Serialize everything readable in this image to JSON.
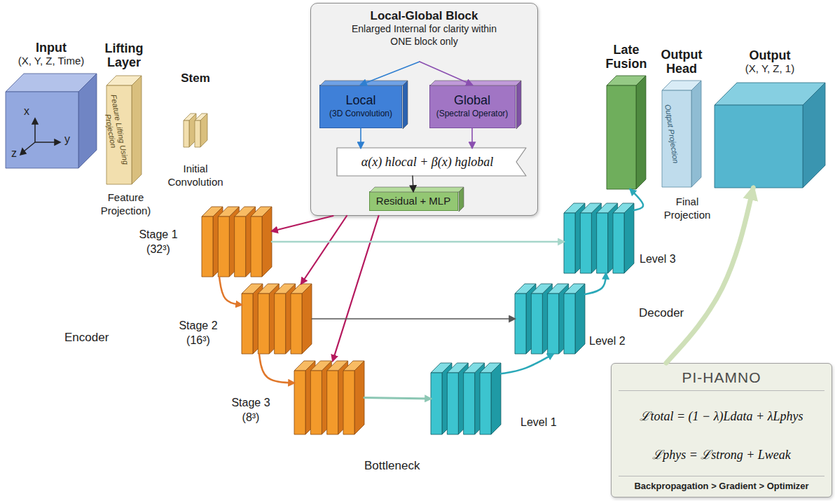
{
  "diagram": {
    "nodes": [
      {
        "text": [
          "Input",
          "(X, Y, Z, Time)"
        ]
      },
      {
        "text": [
          "Lifting Layer",
          "Feature Lifting Using Projection",
          "Feature Projection)"
        ]
      },
      {
        "text": [
          "Stem",
          "Initial Convolution"
        ]
      },
      {
        "text": [
          "Local-Global Block",
          "Enlarged Internal for clarity within ONE block only"
        ]
      },
      {
        "text": [
          "Local",
          "(3D Convolution)"
        ],
        "in": 3
      },
      {
        "text": [
          "Global",
          "(Spectral Operator)"
        ],
        "in": 3
      },
      {
        "text": [
          "α(x) hlocal + β(x) hglobal"
        ],
        "in": 3
      },
      {
        "text": [
          "Residual + MLP"
        ],
        "in": 3
      },
      {
        "text": [
          "Stage 1",
          "(32³)"
        ]
      },
      {
        "text": [
          "Stage 2",
          "(16³)"
        ]
      },
      {
        "text": [
          "Stage 3",
          "(8³)"
        ]
      },
      {
        "text": [
          "Level 1"
        ]
      },
      {
        "text": [
          "Level 2"
        ]
      },
      {
        "text": [
          "Level 3"
        ]
      },
      {
        "text": [
          "Late Fusion"
        ]
      },
      {
        "text": [
          "Output Head",
          "Output Projection",
          "Final Projection"
        ]
      },
      {
        "text": [
          "Output",
          "(X, Y, Z, 1)"
        ]
      },
      {
        "text": [
          "PI-HAMNO",
          "ℒtotal = (1 − λ)Ldata + λLphys",
          "ℒphys = ℒstrong + Lweak",
          "Backpropagation > Gradient > Optimizer"
        ]
      }
    ],
    "edges": [
      {
        "from": 3,
        "to": 4,
        "arrow": "to"
      },
      {
        "from": 3,
        "to": 5,
        "arrow": "to"
      },
      {
        "from": 4,
        "to": 6,
        "arrow": "to"
      },
      {
        "from": 5,
        "to": 6,
        "arrow": "to"
      },
      {
        "from": 6,
        "to": 7,
        "arrow": "to"
      },
      {
        "from": 3,
        "to": 8,
        "arrow": "to"
      },
      {
        "from": 3,
        "to": 9,
        "arrow": "to"
      },
      {
        "from": 3,
        "to": 10,
        "arrow": "to"
      },
      {
        "from": 8,
        "to": 9,
        "arrow": "to"
      },
      {
        "from": 9,
        "to": 10,
        "arrow": "to"
      },
      {
        "from": 10,
        "to": 11,
        "arrow": "to"
      },
      {
        "from": 9,
        "to": 12,
        "arrow": "to"
      },
      {
        "from": 8,
        "to": 13,
        "arrow": "to"
      },
      {
        "from": 11,
        "to": 12,
        "arrow": "to"
      },
      {
        "from": 12,
        "to": 13,
        "arrow": "to"
      },
      {
        "from": 13,
        "to": 14,
        "arrow": "to"
      },
      {
        "from": 17,
        "to": 16,
        "arrow": "to"
      }
    ],
    "labels": [
      "x",
      "y",
      "z",
      "Encoder",
      "Bottleneck",
      "Decoder"
    ]
  }
}
